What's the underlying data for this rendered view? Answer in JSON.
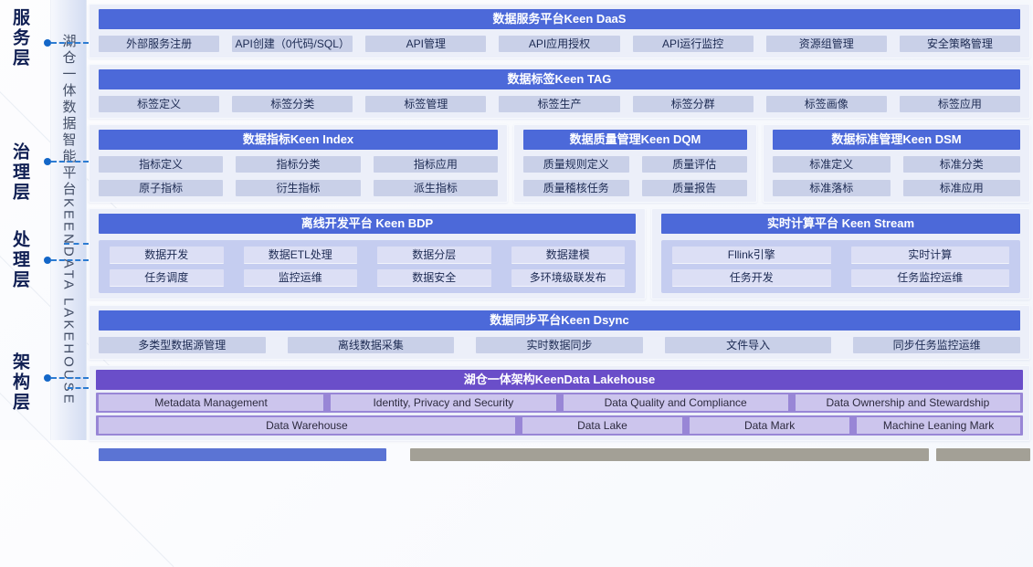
{
  "colors": {
    "header_blue": "#4c69d9",
    "header_purple": "#6a4ec9",
    "chip_blue": "#c9d0e8",
    "chip_light": "#dcdff5",
    "panel_periwinkle": "#c5cdf0",
    "purple_row": "#9886d6",
    "chip_purple": "#ccc5ed",
    "connector_blue": "#1467c8",
    "gray_bar": "#a3a096"
  },
  "left_labels": [
    "服务层",
    "治理层",
    "处理层",
    "架构层"
  ],
  "side_strip": {
    "text": "湖仓一体数据智能平台KEENDATA LAKEHOUSE"
  },
  "sections": {
    "daas": {
      "header": "数据服务平台Keen DaaS",
      "items": [
        "外部服务注册",
        "API创建（0代码/SQL）",
        "API管理",
        "API应用授权",
        "API运行监控",
        "资源组管理",
        "安全策略管理"
      ]
    },
    "tag": {
      "header": "数据标签Keen TAG",
      "items": [
        "标签定义",
        "标签分类",
        "标签管理",
        "标签生产",
        "标签分群",
        "标签画像",
        "标签应用"
      ]
    },
    "index": {
      "header": "数据指标Keen Index",
      "rows": [
        [
          "指标定义",
          "指标分类",
          "指标应用"
        ],
        [
          "原子指标",
          "衍生指标",
          "派生指标"
        ]
      ]
    },
    "dqm": {
      "header": "数据质量管理Keen DQM",
      "rows": [
        [
          "质量规则定义",
          "质量评估"
        ],
        [
          "质量稽核任务",
          "质量报告"
        ]
      ]
    },
    "dsm": {
      "header": "数据标准管理Keen DSM",
      "rows": [
        [
          "标准定义",
          "标准分类"
        ],
        [
          "标准落标",
          "标准应用"
        ]
      ]
    },
    "bdp": {
      "header": "离线开发平台 Keen BDP",
      "rows": [
        [
          "数据开发",
          "数据ETL处理",
          "数据分层",
          "数据建模"
        ],
        [
          "任务调度",
          "监控运维",
          "数据安全",
          "多环境级联发布"
        ]
      ]
    },
    "stream": {
      "header": "实时计算平台 Keen Stream",
      "rows": [
        [
          "Fllink引擎",
          "实时计算"
        ],
        [
          "任务开发",
          "任务监控运维"
        ]
      ]
    },
    "dsync": {
      "header": "数据同步平台Keen Dsync",
      "items": [
        "多类型数据源管理",
        "离线数据采集",
        "实时数据同步",
        "文件导入",
        "同步任务监控运维"
      ]
    },
    "lakehouse": {
      "header": "湖仓一体架构KeenData Lakehouse",
      "rows": [
        [
          "Metadata Management",
          "Identity, Privacy and Security",
          "Data Quality and Compliance",
          "Data Ownership and Stewardship"
        ],
        [
          "Data Warehouse",
          "Data Lake",
          "Data Mark",
          "Machine Leaning Mark"
        ]
      ]
    }
  }
}
